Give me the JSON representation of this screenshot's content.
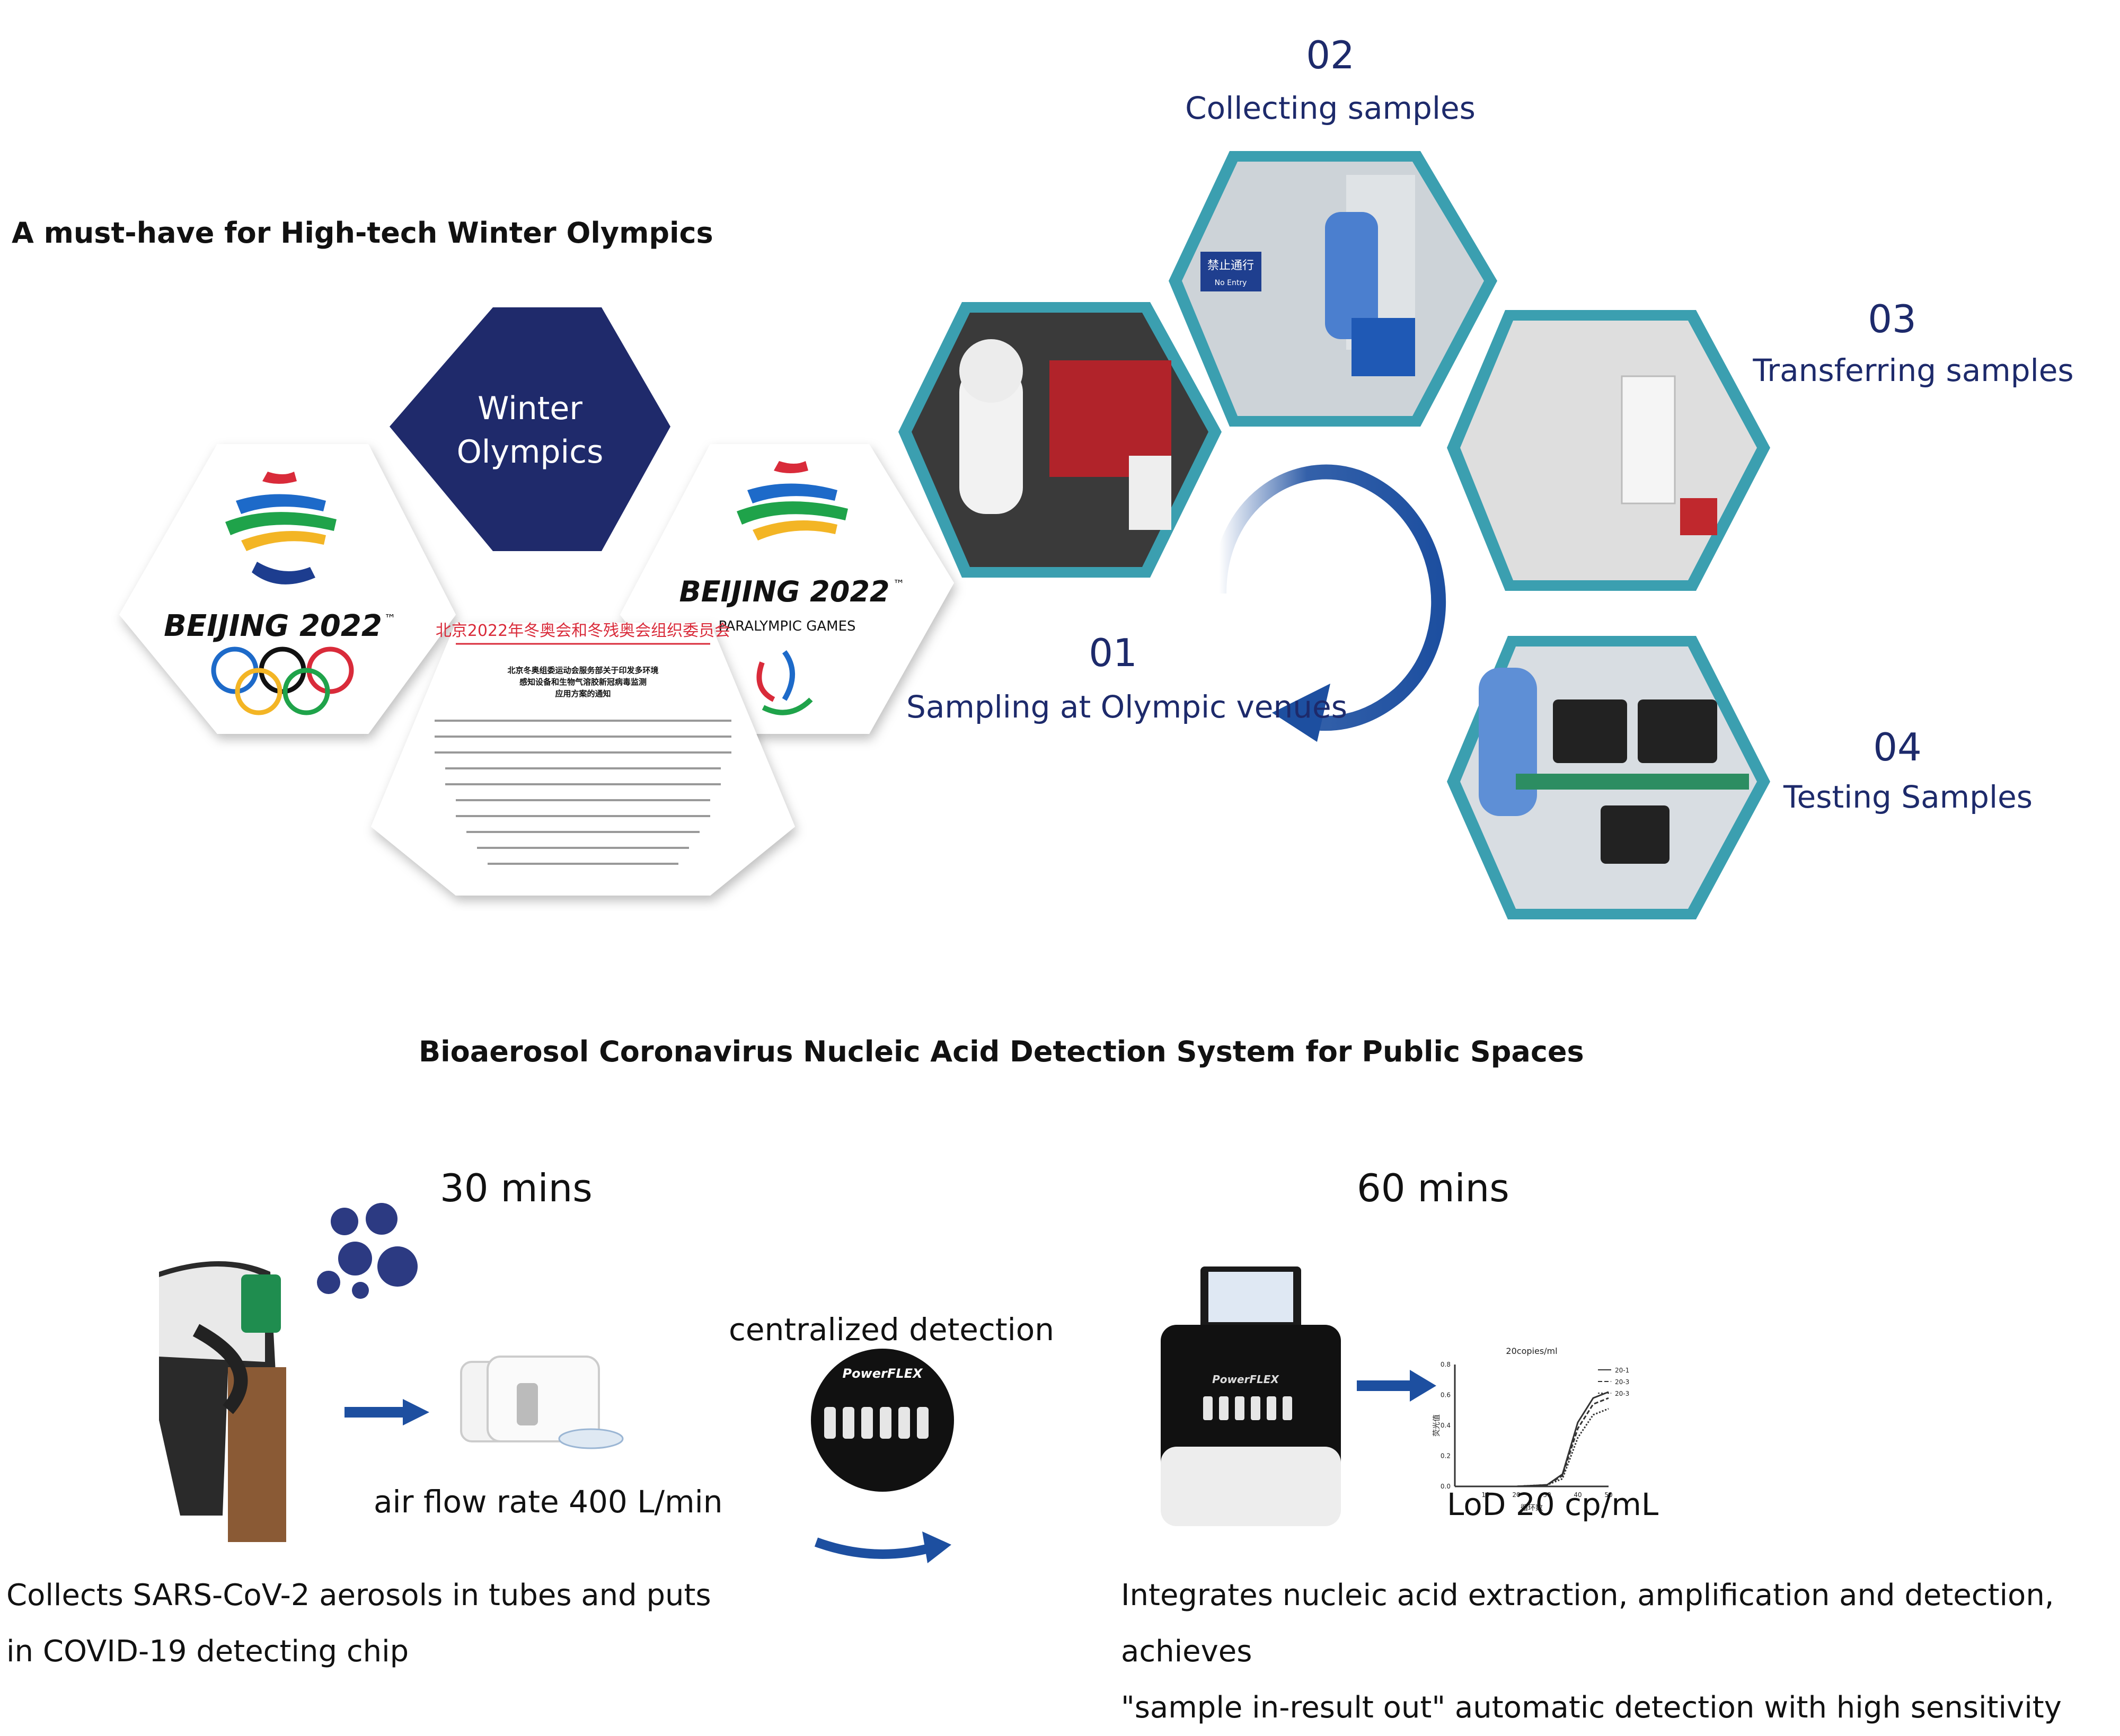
{
  "top_title": "A must-have for High-tech Winter Olympics",
  "center_hex": {
    "line1": "Winter",
    "line2": "Olympics"
  },
  "logos": {
    "beijing_text": "BEIJING 2022",
    "tm": "™",
    "paralympic_text": "PARALYMPIC GAMES"
  },
  "document": {
    "header": "北京2022年冬奥会和冬残奥会组织委员会",
    "subject_line1": "北京冬奥组委运动会服务部关于印发多环境",
    "subject_line2": "感知设备和生物气溶胶新冠病毒监测",
    "subject_line3": "应用方案的通知"
  },
  "steps": [
    {
      "number": "01",
      "label": "Sampling at Olympic venues"
    },
    {
      "number": "02",
      "label": "Collecting samples"
    },
    {
      "number": "03",
      "label": "Transferring samples"
    },
    {
      "number": "04",
      "label": "Testing Samples"
    }
  ],
  "photo_signs": {
    "sign_cn": "禁止通行",
    "sign_en": "No Entry"
  },
  "section_title": "Bioaerosol Coronavirus Nucleic Acid Detection System for Public Spaces",
  "system": {
    "time_collect": "30 mins",
    "time_detect": "60 mins",
    "centralized": "centralized detection",
    "air_flow": "air flow rate 400 L/min",
    "lod": "LoD 20 cp/mL",
    "instrument_brand": "PowerFLEX",
    "left_desc_line1": "Collects SARS-CoV-2 aerosols in tubes and puts",
    "left_desc_line2": "in COVID-19 detecting chip",
    "right_desc_line1": "Integrates nucleic acid extraction, amplification and detection, achieves",
    "right_desc_line2": "\"sample in-result out\" automatic detection with high sensitivity"
  },
  "colors": {
    "navy": "#1f2a6b",
    "teal_border": "#3b9fb0",
    "step_text": "#1d2a6b",
    "arrow_blue": "#1d4fa0"
  },
  "chart_data": {
    "type": "line",
    "title": "20copies/ml",
    "xlabel": "循环数",
    "ylabel": "荧光值",
    "x": [
      10,
      20,
      30,
      35,
      40,
      45,
      50
    ],
    "ylim": [
      0,
      0.8
    ],
    "xlim": [
      0,
      50
    ],
    "series": [
      {
        "name": "20-1",
        "values": [
          0,
          0,
          0.01,
          0.08,
          0.42,
          0.58,
          0.62
        ]
      },
      {
        "name": "20-3",
        "values": [
          0,
          0,
          0.01,
          0.07,
          0.38,
          0.54,
          0.58
        ]
      },
      {
        "name": "20-3",
        "values": [
          0,
          0,
          0.01,
          0.05,
          0.32,
          0.47,
          0.51
        ]
      }
    ],
    "legend": "top-right"
  }
}
